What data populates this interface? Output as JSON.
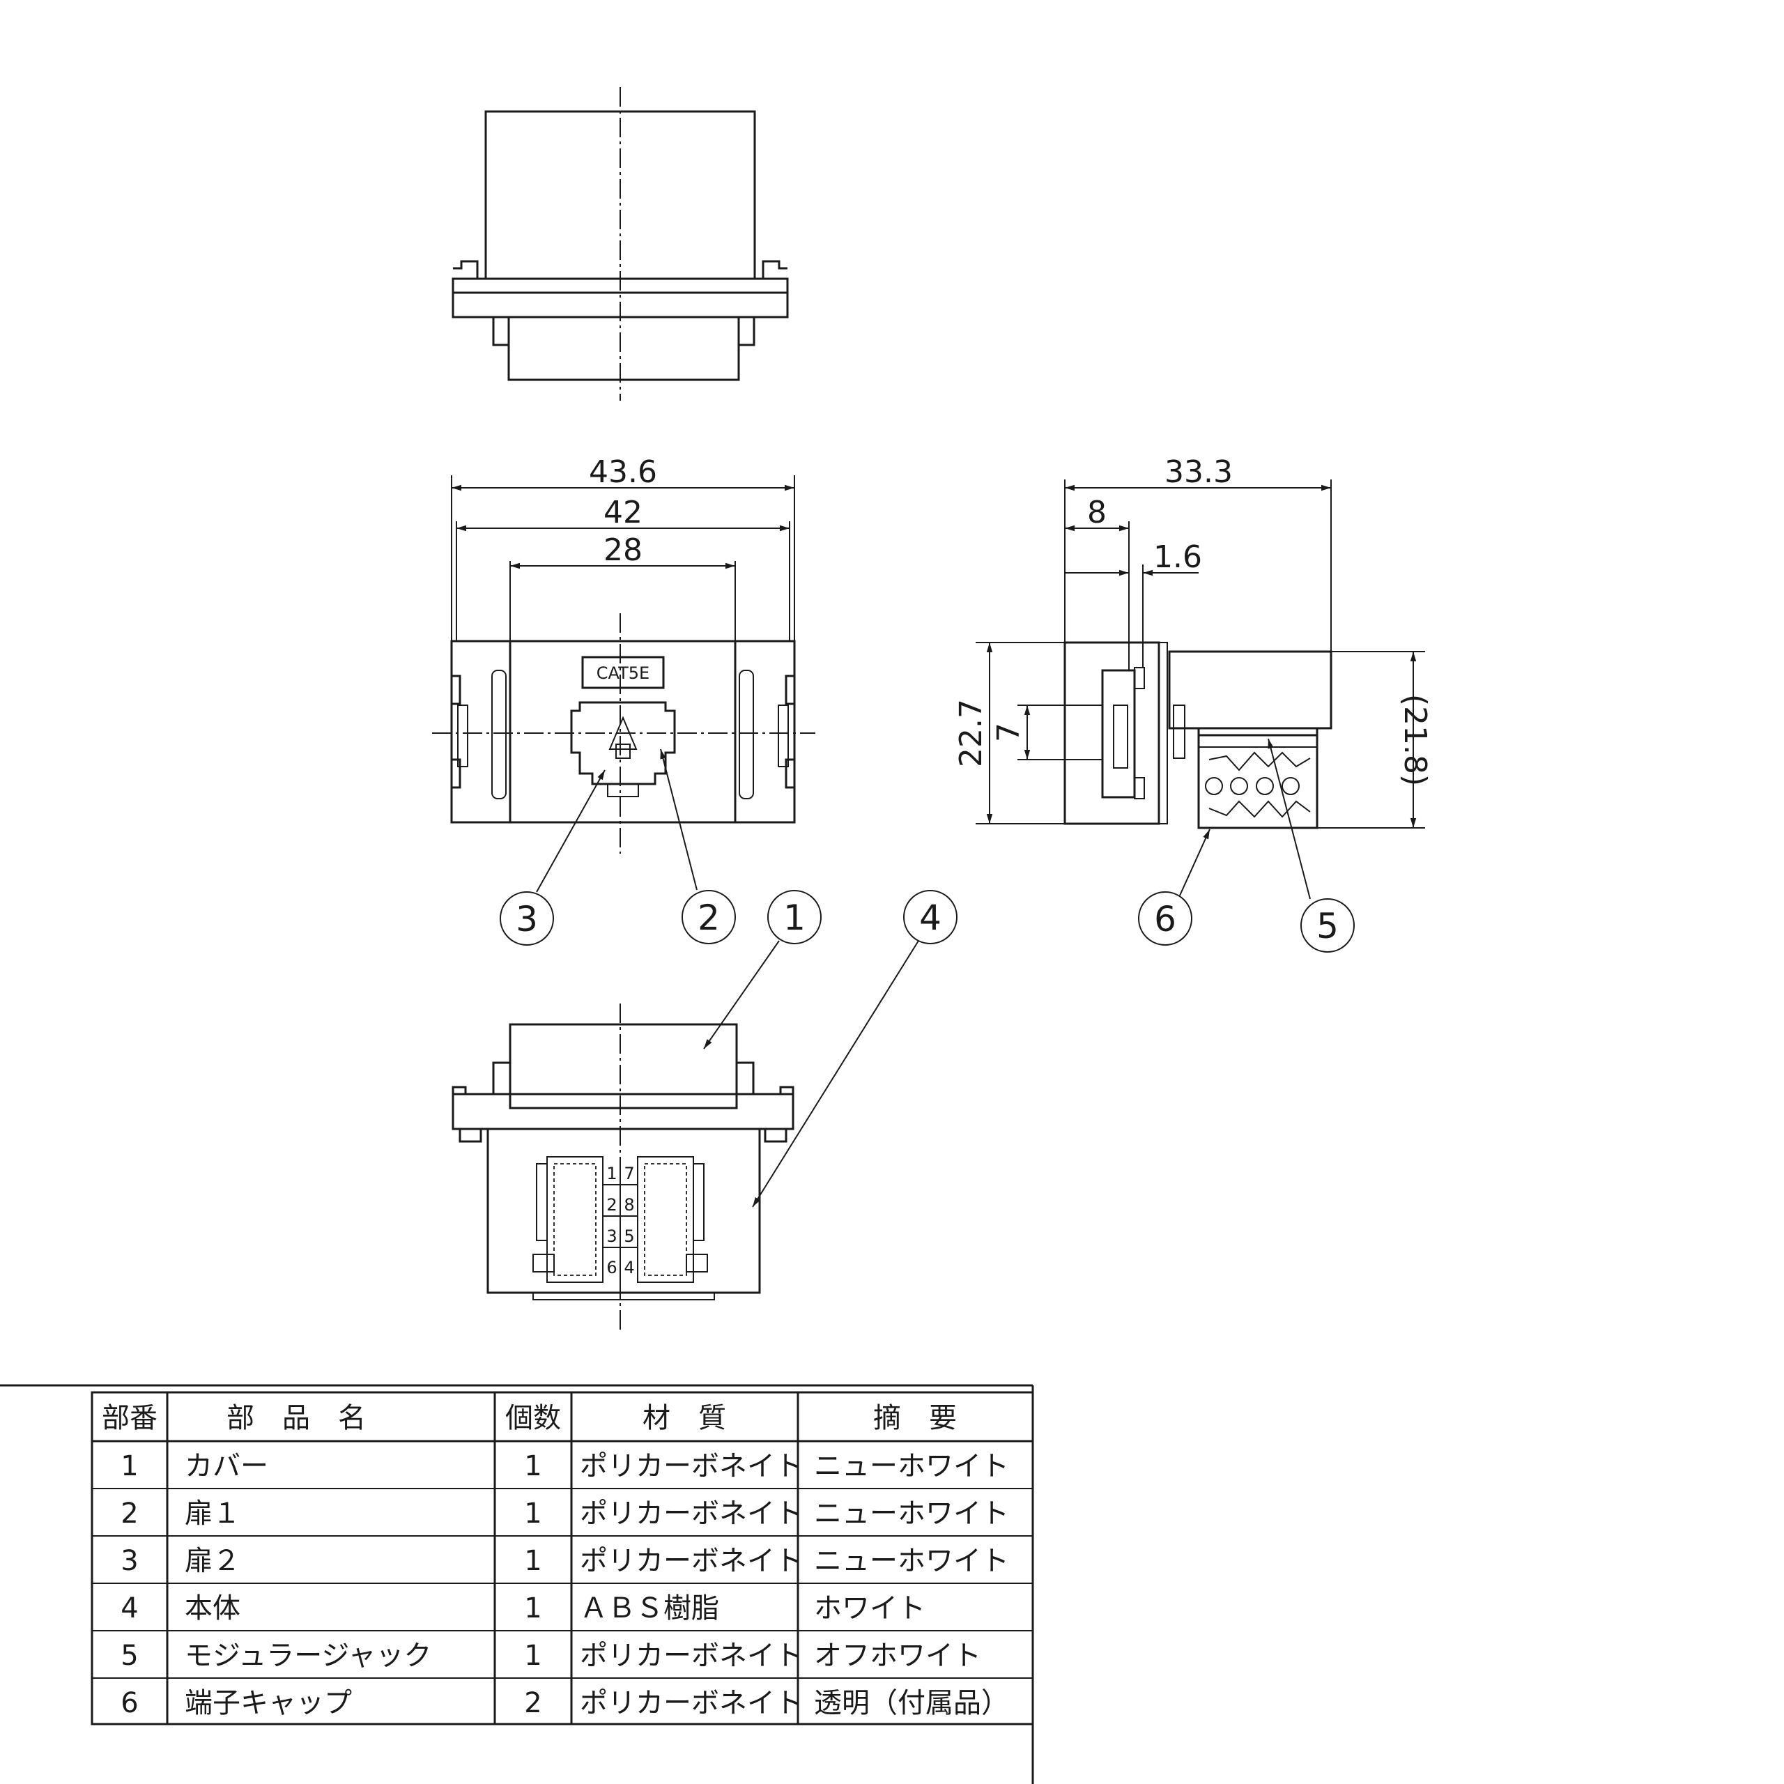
{
  "drawing": {
    "dims": {
      "overall_width": "43.6",
      "plate_width": "42",
      "opening_width": "28",
      "depth": "33.3",
      "front_depth": "8",
      "plate_thickness": "1.6",
      "height": "22.7",
      "jack_offset": "7",
      "jack_height": "(21.8)"
    },
    "label_cat": "CAT5E",
    "terminal_numbers": [
      "1",
      "2",
      "3",
      "6",
      "7",
      "8",
      "5",
      "4"
    ],
    "balloons": [
      "1",
      "2",
      "3",
      "4",
      "5",
      "6"
    ]
  },
  "parts_table": {
    "headers": [
      "部番",
      "部　品　名",
      "個数",
      "材　質",
      "摘　要"
    ],
    "rows": [
      [
        "1",
        "カバー",
        "1",
        "ポリカーボネイト",
        "ニューホワイト"
      ],
      [
        "2",
        "扉１",
        "1",
        "ポリカーボネイト",
        "ニューホワイト"
      ],
      [
        "3",
        "扉２",
        "1",
        "ポリカーボネイト",
        "ニューホワイト"
      ],
      [
        "4",
        "本体",
        "1",
        "ＡＢＳ樹脂",
        "ホワイト"
      ],
      [
        "5",
        "モジュラージャック",
        "1",
        "ポリカーボネイト",
        "オフホワイト"
      ],
      [
        "6",
        "端子キャップ",
        "2",
        "ポリカーボネイト",
        "透明（付属品）"
      ]
    ]
  }
}
